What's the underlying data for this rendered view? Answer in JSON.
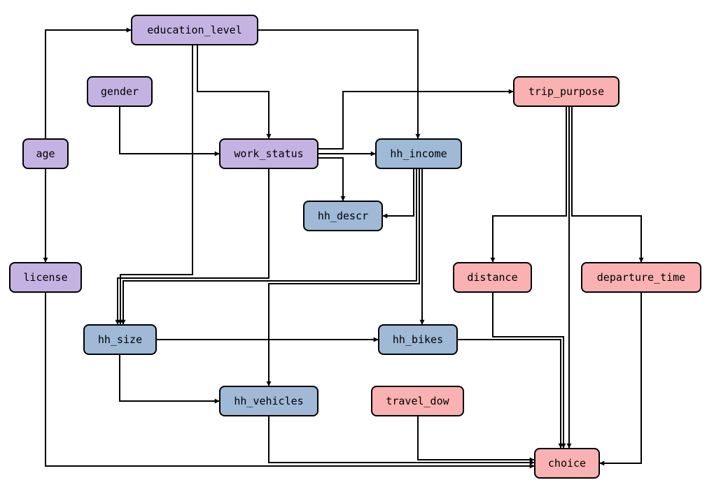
{
  "colors": {
    "person": "#c4b3e2",
    "household": "#9fb9d6",
    "trip": "#f9b1b1",
    "edge": "#000000"
  },
  "nodes": {
    "education_level": "education_level",
    "gender": "gender",
    "age": "age",
    "work_status": "work_status",
    "hh_income": "hh_income",
    "trip_purpose": "trip_purpose",
    "hh_descr": "hh_descr",
    "license": "license",
    "distance": "distance",
    "departure_time": "departure_time",
    "hh_size": "hh_size",
    "hh_bikes": "hh_bikes",
    "hh_vehicles": "hh_vehicles",
    "travel_dow": "travel_dow",
    "choice": "choice"
  },
  "edges": [
    [
      "age",
      "education_level"
    ],
    [
      "age",
      "license"
    ],
    [
      "education_level",
      "hh_income"
    ],
    [
      "education_level",
      "work_status"
    ],
    [
      "education_level",
      "hh_size"
    ],
    [
      "gender",
      "work_status"
    ],
    [
      "work_status",
      "trip_purpose"
    ],
    [
      "work_status",
      "hh_income"
    ],
    [
      "work_status",
      "hh_descr"
    ],
    [
      "work_status",
      "hh_size"
    ],
    [
      "hh_income",
      "hh_descr"
    ],
    [
      "hh_income",
      "hh_bikes"
    ],
    [
      "hh_income",
      "hh_vehicles"
    ],
    [
      "hh_income",
      "hh_size"
    ],
    [
      "trip_purpose",
      "distance"
    ],
    [
      "trip_purpose",
      "departure_time"
    ],
    [
      "trip_purpose",
      "choice"
    ],
    [
      "hh_size",
      "hh_bikes"
    ],
    [
      "hh_size",
      "hh_vehicles"
    ],
    [
      "license",
      "choice"
    ],
    [
      "distance",
      "choice"
    ],
    [
      "departure_time",
      "choice"
    ],
    [
      "hh_bikes",
      "choice"
    ],
    [
      "hh_vehicles",
      "choice"
    ],
    [
      "travel_dow",
      "choice"
    ]
  ]
}
